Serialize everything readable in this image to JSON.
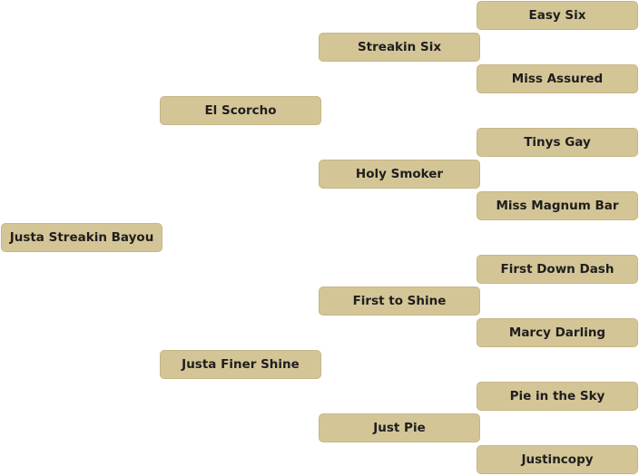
{
  "pedigree": {
    "subject": "Justa Streakin Bayou",
    "sire": "El Scorcho",
    "dam": "Justa Finer Shine",
    "sire_sire": "Streakin Six",
    "sire_dam": "Holy Smoker",
    "dam_sire": "First to Shine",
    "dam_dam": "Just Pie",
    "sire_sire_sire": "Easy Six",
    "sire_sire_dam": "Miss Assured",
    "sire_dam_sire": "Tinys Gay",
    "sire_dam_dam": "Miss Magnum Bar",
    "dam_sire_sire": "First Down Dash",
    "dam_sire_dam": "Marcy Darling",
    "dam_dam_sire": "Pie in the Sky",
    "dam_dam_dam": "Justincopy"
  },
  "colors": {
    "node_fill": "#d4c597",
    "node_border": "#c6b686",
    "text": "#1e1e1e",
    "background": "#ffffff"
  }
}
